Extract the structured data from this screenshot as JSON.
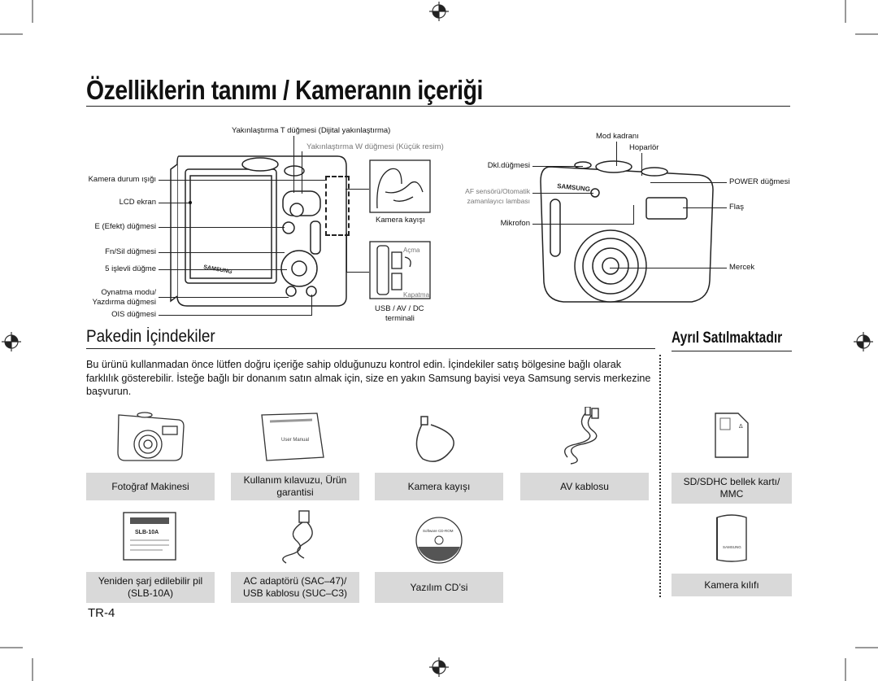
{
  "page_title": "Özelliklerin tanımı / Kameranın içeriği",
  "back_labels": {
    "zoom_t": "Yakınlaştırma T düğmesi (Dijital yakınlaştırma)",
    "zoom_w": "Yakınlaştırma W düğmesi (Küçük resim)",
    "status_lamp": "Kamera durum ışığı",
    "lcd": "LCD ekran",
    "e_button": "E (Efekt) düğmesi",
    "fn_del": "Fn/Sil düğmesi",
    "five_func": "5 işlevli düğme",
    "play_print_1": "Oynatma modu/",
    "play_print_2": "Yazdırma düğmesi",
    "ois": "OIS düğmesi",
    "strap": "Kamera kayışı",
    "open": "Açma",
    "close": "Kapatma",
    "usb_1": "USB / AV / DC",
    "usb_2": "terminali"
  },
  "front_labels": {
    "mode_dial": "Mod kadranı",
    "speaker": "Hoparlör",
    "shutter": "Dkl.düğmesi",
    "af_1": "AF sensörü/Otomatik",
    "af_2": "zamanlayıcı lambası",
    "mic": "Mikrofon",
    "power": "POWER düğmesi",
    "flash": "Flaş",
    "lens": "Mercek"
  },
  "brand": "SAMSUNG",
  "section_package": "Pakedin İçindekiler",
  "section_optional": "Ayrıl Satılmaktadır",
  "paragraph": "Bu ürünü kullanmadan önce lütfen doğru içeriğe sahip olduğunuzu kontrol edin. İçindekiler satış bölgesine bağlı olarak farklılık gösterebilir. İsteğe bağlı bir donanım satın almak için, size en yakın Samsung bayisi veya Samsung servis merkezine başvurun.",
  "items_row1": {
    "camera": "Fotoğraf Makinesi",
    "manual_1": "Kullanım kılavuzu, Ürün",
    "manual_2": "garantisi",
    "strap": "Kamera kayışı",
    "av": "AV kablosu",
    "sd_1": "SD/SDHC bellek kartı/",
    "sd_2": "MMC"
  },
  "items_row2": {
    "battery_1": "Yeniden şarj edilebilir pil",
    "battery_2": "(SLB-10A)",
    "adapter_1": "AC adaptörü (SAC–47)/",
    "adapter_2": "USB kablosu (SUC–C3)",
    "cd": "Yazılım CD’si",
    "case": "Kamera kılıfı"
  },
  "print": {
    "user_manual": "User Manual",
    "battery_model": "SLB-10A",
    "cd_label": "Software CD-ROM"
  },
  "page_number": "TR-4"
}
